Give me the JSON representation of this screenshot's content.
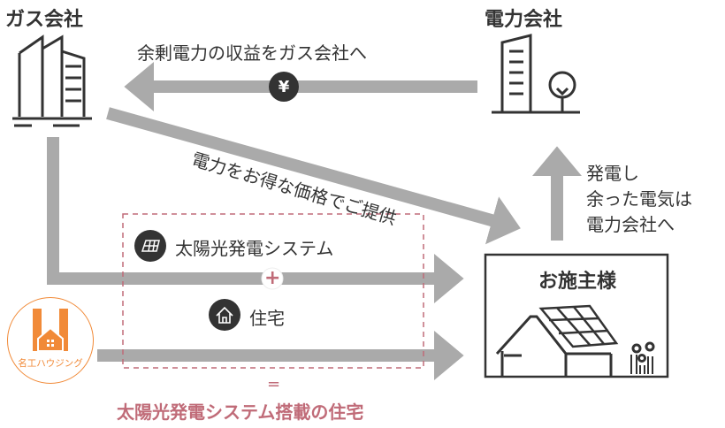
{
  "gas_company": {
    "title": "ガス会社"
  },
  "power_company": {
    "title": "電力会社"
  },
  "arrows": {
    "surplus_to_gas": "余剰電力の収益をガス会社へ",
    "yen_symbol": "¥",
    "power_offer": "電力をお得な価格でご提供",
    "surplus_lines": [
      "発電し",
      "余った電気は",
      "電力会社へ"
    ]
  },
  "bundle": {
    "solar": "太陽光発電システム",
    "plus": "+",
    "house": "住宅",
    "equals": "=",
    "result": "太陽光発電システム搭載の住宅"
  },
  "builder": {
    "name": "名工ハウジング"
  },
  "customer": {
    "title": "お施主様"
  },
  "colors": {
    "arrow": "#aaaaaa",
    "text": "#333333",
    "accent": "#c06b78",
    "brand": "#f18a38"
  }
}
